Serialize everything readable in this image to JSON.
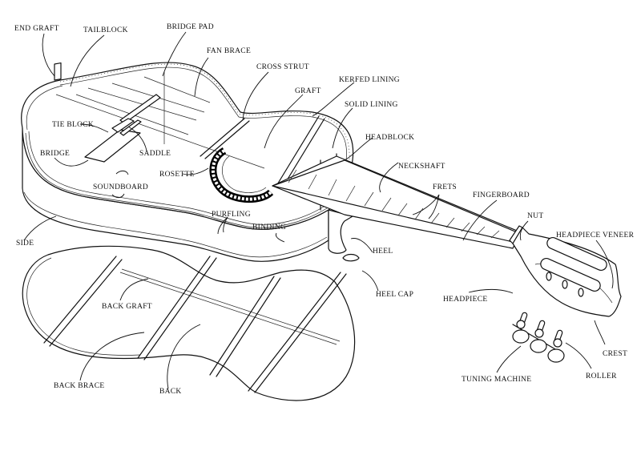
{
  "title": "Classical guitar exploded construction diagram",
  "labels": {
    "end_graft": "END GRAFT",
    "tailblock": "TAILBLOCK",
    "bridge_pad": "BRIDGE PAD",
    "fan_brace": "FAN BRACE",
    "cross_strut": "CROSS STRUT",
    "graft": "GRAFT",
    "kerfed_lining": "KERFED LINING",
    "solid_lining": "SOLID LINING",
    "headblock": "HEADBLOCK",
    "tie_block": "TIE BLOCK",
    "bridge": "BRIDGE",
    "saddle": "SADDLE",
    "rosette": "ROSETTE",
    "soundboard": "SOUNDBOARD",
    "neckshaft": "NECKSHAFT",
    "frets": "FRETS",
    "fingerboard": "FINGERBOARD",
    "nut": "NUT",
    "headpiece_veneer": "HEADPIECE VENEER",
    "side": "SIDE",
    "purfling": "PURFLING",
    "binding": "BINDING",
    "heel": "HEEL",
    "heel_cap": "HEEL CAP",
    "headpiece": "HEADPIECE",
    "back_graft": "BACK GRAFT",
    "back_brace": "BACK BRACE",
    "back": "BACK",
    "crest": "CREST",
    "roller": "ROLLER",
    "tuning_machine": "TUNING MACHINE"
  }
}
